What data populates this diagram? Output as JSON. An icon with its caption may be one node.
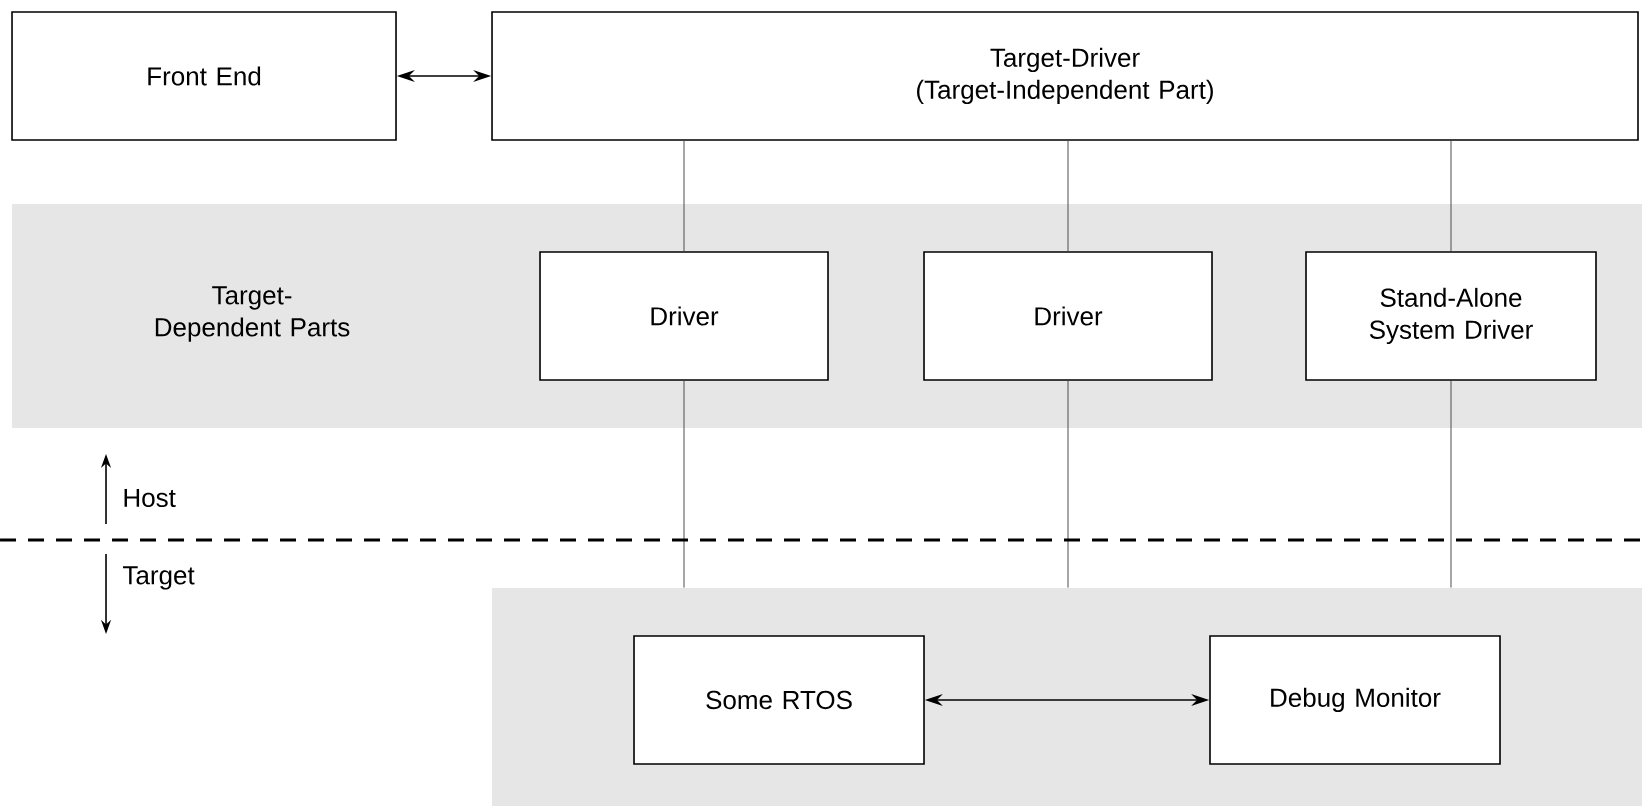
{
  "diagram": {
    "nodes": [
      {
        "text": [
          "Front End"
        ]
      },
      {
        "text": [
          "Target-Driver",
          "(Target-Independent Part)"
        ]
      },
      {
        "text": [
          "Target-Dependent Parts"
        ]
      },
      {
        "text": [
          "Driver"
        ],
        "in": 2
      },
      {
        "text": [
          "Driver"
        ],
        "in": 2
      },
      {
        "text": [
          "Stand-Alone System Driver"
        ],
        "in": 2
      },
      {
        "text": [],
        "shape": "box"
      },
      {
        "text": [
          "Some RTOS"
        ],
        "in": 6
      },
      {
        "text": [
          "Debug Monitor"
        ],
        "in": 6
      }
    ],
    "edges": [
      {
        "from": 0,
        "to": 1,
        "arrow": "both"
      },
      {
        "from": 1,
        "to": 3,
        "arrow": "none"
      },
      {
        "from": 1,
        "to": 4,
        "arrow": "none"
      },
      {
        "from": 1,
        "to": 5,
        "arrow": "none"
      },
      {
        "from": 3,
        "to": 6,
        "arrow": "none"
      },
      {
        "from": 4,
        "to": 6,
        "arrow": "none"
      },
      {
        "from": 5,
        "to": 6,
        "arrow": "none"
      },
      {
        "from": 7,
        "to": 8,
        "arrow": "both"
      }
    ],
    "labels": [
      "Host",
      "Target"
    ]
  }
}
